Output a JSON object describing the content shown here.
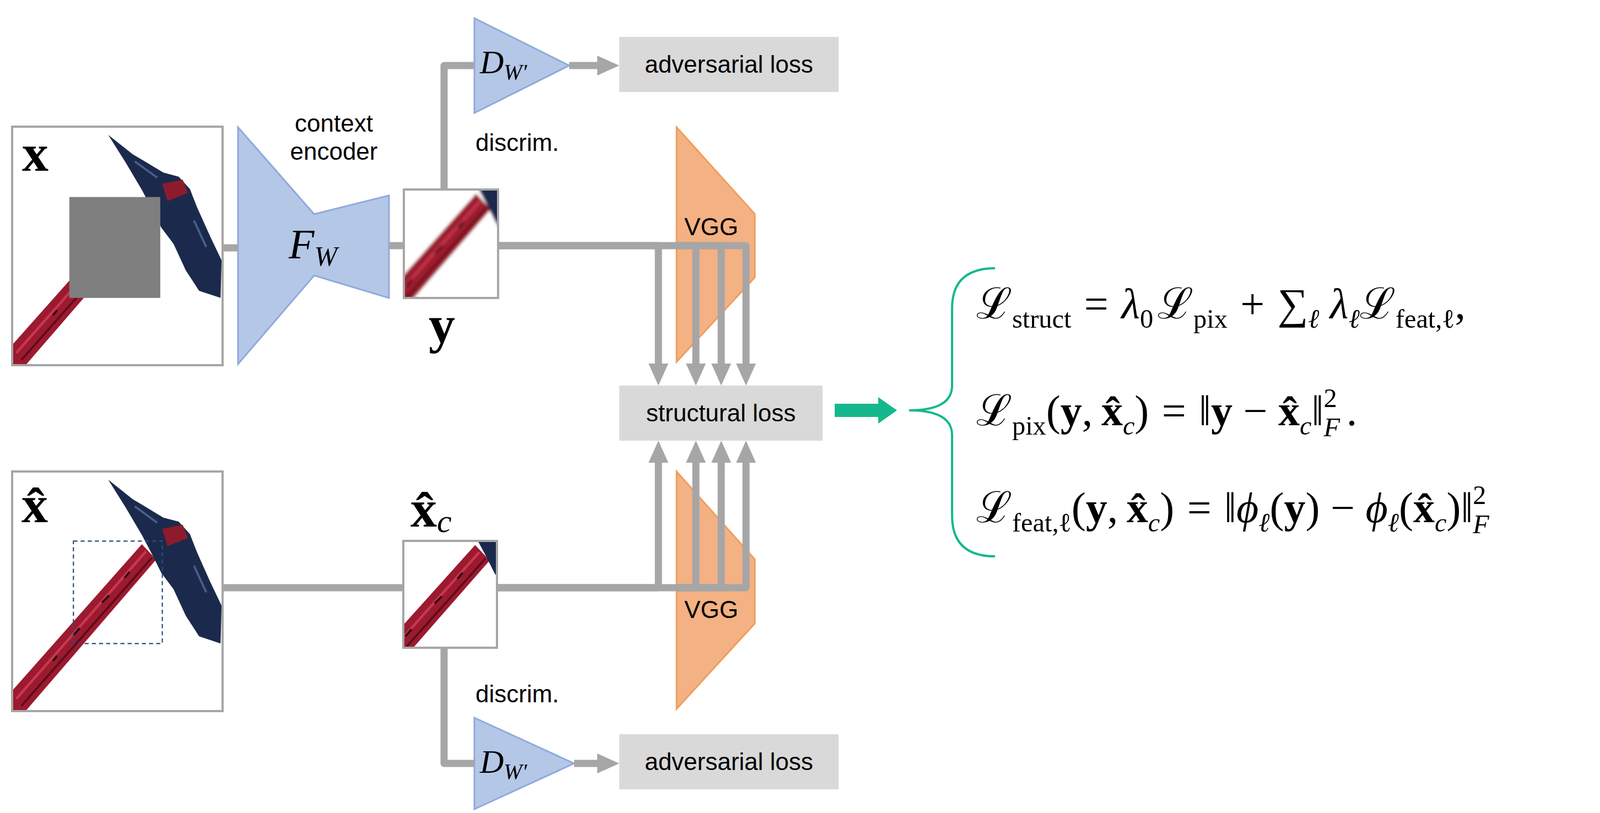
{
  "diagram": {
    "nodes": [
      {
        "text": [
          "x"
        ]
      },
      {
        "text": [
          "context encoder",
          "F",
          "W"
        ]
      },
      {
        "text": [
          "y"
        ]
      },
      {
        "text": [
          "D",
          "W′",
          "discrim."
        ]
      },
      {
        "text": [
          "adversarial loss"
        ]
      },
      {
        "text": [
          "VGG"
        ]
      },
      {
        "text": [
          "structural loss"
        ]
      },
      {
        "text": [
          "x̂"
        ]
      },
      {
        "text": [
          "x̂",
          "c"
        ]
      },
      {
        "text": [
          "VGG"
        ]
      },
      {
        "text": [
          "discrim.",
          "D",
          "W′"
        ]
      },
      {
        "text": [
          "adversarial loss"
        ]
      }
    ],
    "edges": [
      {
        "from": 0,
        "to": 1,
        "arrow": "none"
      },
      {
        "from": 1,
        "to": 2,
        "arrow": "none"
      },
      {
        "from": 2,
        "to": 3,
        "arrow": "none"
      },
      {
        "from": 3,
        "to": 4,
        "arrow": "to"
      },
      {
        "from": 2,
        "to": 5,
        "arrow": "none"
      },
      {
        "from": 2,
        "to": 6,
        "arrow": "to"
      },
      {
        "from": 5,
        "to": 6,
        "arrow": "to"
      },
      {
        "from": 5,
        "to": 6,
        "arrow": "to"
      },
      {
        "from": 5,
        "to": 6,
        "arrow": "to"
      },
      {
        "from": 7,
        "to": 8,
        "arrow": "none"
      },
      {
        "from": 8,
        "to": 9,
        "arrow": "none"
      },
      {
        "from": 8,
        "to": 6,
        "arrow": "to"
      },
      {
        "from": 9,
        "to": 6,
        "arrow": "to"
      },
      {
        "from": 9,
        "to": 6,
        "arrow": "to"
      },
      {
        "from": 9,
        "to": 6,
        "arrow": "to"
      },
      {
        "from": 8,
        "to": 10,
        "arrow": "none"
      },
      {
        "from": 10,
        "to": 11,
        "arrow": "to"
      }
    ],
    "labels": [
      "ℒ",
      "struct",
      "=",
      "λ",
      "0",
      "ℒ",
      "pix",
      "+",
      "∑",
      "ℓ",
      "λ",
      "ℓ",
      "ℒ",
      "feat,ℓ",
      ",",
      "ℒ",
      "pix",
      "(",
      "y",
      ",",
      "x̂",
      "c",
      ")",
      "=",
      "‖",
      "y",
      "−",
      "x̂",
      "c",
      "‖",
      "2",
      "F",
      ".",
      "ℒ",
      "feat,ℓ",
      "(",
      "y",
      ",",
      "x̂",
      "c",
      ")",
      "=",
      "‖",
      "ϕ",
      "ℓ",
      "(",
      "y",
      ")",
      "−",
      "ϕ",
      "ℓ",
      "(",
      "x̂",
      "c",
      ")",
      "‖",
      "2",
      "F"
    ]
  }
}
